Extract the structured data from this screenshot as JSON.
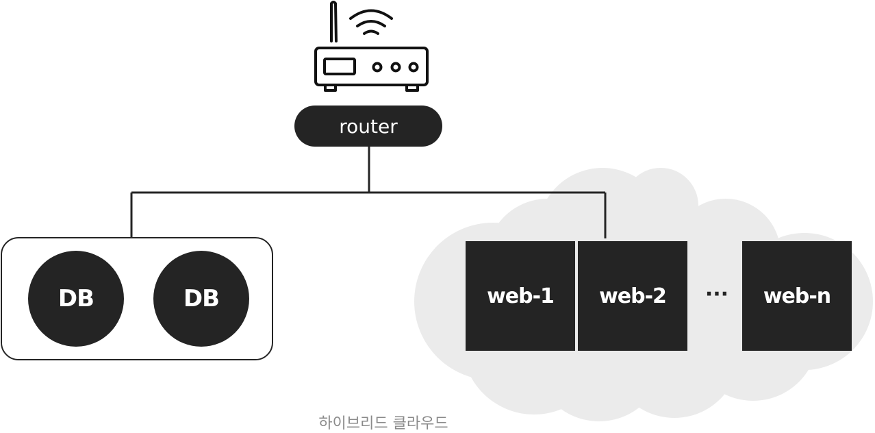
{
  "diagram": {
    "router": {
      "icon": "router-icon",
      "label": "router"
    },
    "database_group": {
      "nodes": [
        "DB",
        "DB"
      ]
    },
    "cloud": {
      "caption": "하이브리드 클라우드",
      "servers": [
        "web-1",
        "web-2",
        "web-n"
      ],
      "ellipsis": "···"
    },
    "colors": {
      "node": "#242424",
      "cloud": "#ebebeb",
      "caption": "#8a8a8a",
      "line": "#242424"
    }
  }
}
